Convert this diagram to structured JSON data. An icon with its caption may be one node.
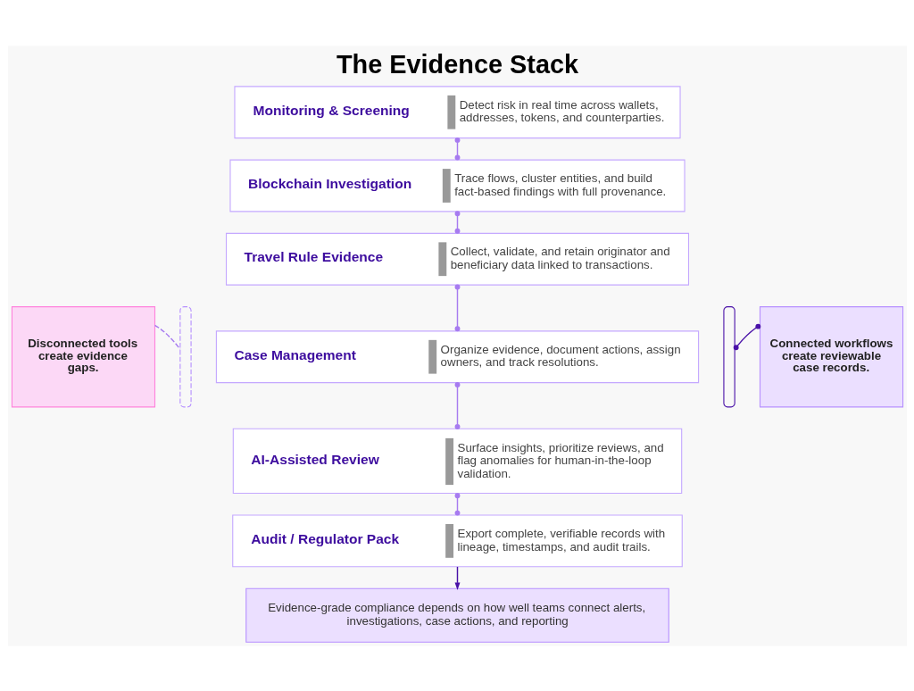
{
  "diagram": {
    "title": "The Evidence Stack",
    "nodes": [
      {
        "text": [
          "Disconnected tools create evidence gaps."
        ]
      },
      {
        "text": [],
        "shape": "bracket"
      },
      {
        "text": [
          "Monitoring & Screening",
          "Detect risk in real time across wallets, addresses, tokens, and counterparties."
        ]
      },
      {
        "text": [
          "Blockchain Investigation",
          "Trace flows, cluster entities, and build fact-based findings with full provenance."
        ]
      },
      {
        "text": [
          "Travel Rule Evidence",
          "Collect, validate, and retain originator and beneficiary data linked to transactions."
        ]
      },
      {
        "text": [
          "Case Management",
          "Organize evidence, document actions, assign owners, and track resolutions."
        ]
      },
      {
        "text": [
          "AI-Assisted Review",
          "Surface insights, prioritize reviews, and flag anomalies for human-in-the-loop validation."
        ]
      },
      {
        "text": [
          "Audit / Regulator Pack",
          "Export complete, verifiable records with lineage, timestamps, and audit trails."
        ]
      },
      {
        "text": [],
        "shape": "bracket"
      },
      {
        "text": [
          "Connected workflows create reviewable case records."
        ]
      },
      {
        "text": [
          "Evidence-grade compliance depends on how well teams connect alerts, investigations, case actions, and reporting"
        ]
      }
    ],
    "edges": [
      {
        "from": 0,
        "to": 1,
        "arrow": "none",
        "style": "dashed"
      },
      {
        "from": 2,
        "to": 3,
        "arrow": "other"
      },
      {
        "from": 3,
        "to": 4,
        "arrow": "other"
      },
      {
        "from": 4,
        "to": 5,
        "arrow": "other"
      },
      {
        "from": 5,
        "to": 6,
        "arrow": "other"
      },
      {
        "from": 6,
        "to": 7,
        "arrow": "other"
      },
      {
        "from": 8,
        "to": 9,
        "arrow": "other",
        "color": "#4a12a8"
      },
      {
        "from": 7,
        "to": 10,
        "arrow": "to",
        "color": "#4a12a8"
      }
    ]
  }
}
